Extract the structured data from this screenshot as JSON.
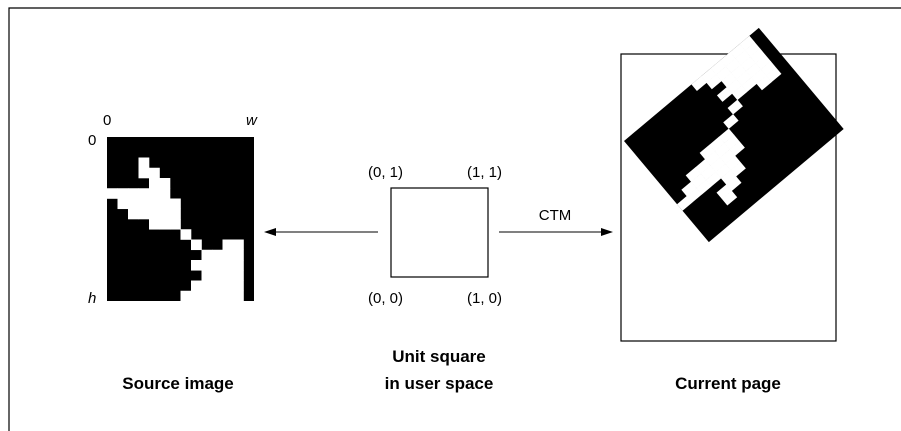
{
  "source_panel": {
    "axis_origin_x": "0",
    "axis_origin_y": "0",
    "axis_width": "w",
    "axis_height": "h",
    "caption": "Source image",
    "pixel_grid": {
      "columns": 14,
      "rows": 16,
      "white_cells": [
        [
          3,
          2
        ],
        [
          3,
          3
        ],
        [
          4,
          3
        ],
        [
          4,
          4
        ],
        [
          5,
          4
        ],
        [
          5,
          5
        ],
        [
          0,
          5
        ],
        [
          1,
          5
        ],
        [
          2,
          5
        ],
        [
          3,
          5
        ],
        [
          4,
          5
        ],
        [
          1,
          6
        ],
        [
          2,
          6
        ],
        [
          3,
          6
        ],
        [
          4,
          6
        ],
        [
          5,
          6
        ],
        [
          6,
          6
        ],
        [
          2,
          7
        ],
        [
          3,
          7
        ],
        [
          4,
          7
        ],
        [
          5,
          7
        ],
        [
          6,
          7
        ],
        [
          4,
          8
        ],
        [
          5,
          8
        ],
        [
          6,
          8
        ],
        [
          7,
          9
        ],
        [
          8,
          10
        ],
        [
          9,
          11
        ],
        [
          11,
          10
        ],
        [
          12,
          10
        ],
        [
          10,
          11
        ],
        [
          11,
          11
        ],
        [
          12,
          11
        ],
        [
          8,
          12
        ],
        [
          9,
          12
        ],
        [
          10,
          12
        ],
        [
          11,
          12
        ],
        [
          12,
          12
        ],
        [
          9,
          13
        ],
        [
          10,
          13
        ],
        [
          11,
          13
        ],
        [
          12,
          13
        ],
        [
          8,
          14
        ],
        [
          9,
          14
        ],
        [
          10,
          14
        ],
        [
          11,
          14
        ],
        [
          12,
          14
        ],
        [
          7,
          15
        ],
        [
          8,
          15
        ],
        [
          9,
          15
        ],
        [
          10,
          15
        ],
        [
          11,
          15
        ],
        [
          12,
          15
        ]
      ]
    }
  },
  "unit_square": {
    "corner_top_left": "(0, 1)",
    "corner_top_right": "(1, 1)",
    "corner_bottom_left": "(0, 0)",
    "corner_bottom_right": "(1, 0)",
    "caption_line1": "Unit square",
    "caption_line2": "in user space"
  },
  "transform": {
    "label": "CTM"
  },
  "page_panel": {
    "caption": "Current page"
  },
  "colors": {
    "ink": "#000000",
    "paper": "#ffffff"
  }
}
